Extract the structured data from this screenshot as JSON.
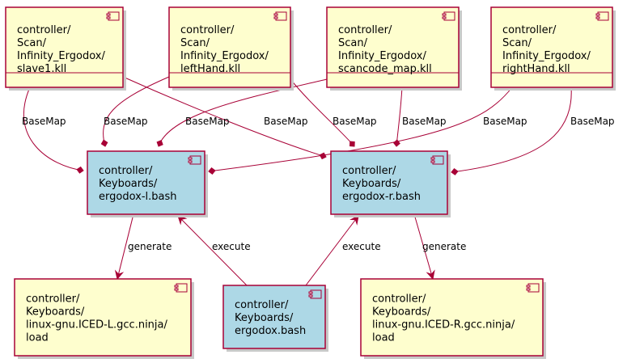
{
  "colors": {
    "border": "#A80036",
    "file_fill": "#FEFECE",
    "script_fill": "#ADD8E6",
    "shadow": "#C8C8C8"
  },
  "icon": "component-icon",
  "components": [
    {
      "id": "slave1",
      "lines": [
        "controller/",
        "Scan/",
        "Infinity_Ergodox/",
        "slave1.kll"
      ],
      "kind": "file"
    },
    {
      "id": "lefthand",
      "lines": [
        "controller/",
        "Scan/",
        "Infinity_Ergodox/",
        "leftHand.kll"
      ],
      "kind": "file"
    },
    {
      "id": "scancode",
      "lines": [
        "controller/",
        "Scan/",
        "Infinity_Ergodox/",
        "scancode_map.kll"
      ],
      "kind": "file"
    },
    {
      "id": "righthand",
      "lines": [
        "controller/",
        "Scan/",
        "Infinity_Ergodox/",
        "rightHand.kll"
      ],
      "kind": "file"
    },
    {
      "id": "ergodox_l",
      "lines": [
        "controller/",
        "Keyboards/",
        "ergodox-l.bash"
      ],
      "kind": "script"
    },
    {
      "id": "ergodox_r",
      "lines": [
        "controller/",
        "Keyboards/",
        "ergodox-r.bash"
      ],
      "kind": "script"
    },
    {
      "id": "ninja_l",
      "lines": [
        "controller/",
        "Keyboards/",
        "linux-gnu.ICED-L.gcc.ninja/",
        "load"
      ],
      "kind": "file"
    },
    {
      "id": "ergodox",
      "lines": [
        "controller/",
        "Keyboards/",
        "ergodox.bash"
      ],
      "kind": "script"
    },
    {
      "id": "ninja_r",
      "lines": [
        "controller/",
        "Keyboards/",
        "linux-gnu.ICED-R.gcc.ninja/",
        "load"
      ],
      "kind": "file"
    }
  ],
  "edges": [
    {
      "id": "slave1-l",
      "label": "BaseMap",
      "type": "composition"
    },
    {
      "id": "slave1-r",
      "label": "BaseMap",
      "type": "composition"
    },
    {
      "id": "lefthand-l",
      "label": "BaseMap",
      "type": "composition"
    },
    {
      "id": "lefthand-r",
      "label": "BaseMap",
      "type": "composition"
    },
    {
      "id": "scancode-l",
      "label": "BaseMap",
      "type": "composition"
    },
    {
      "id": "scancode-r",
      "label": "BaseMap",
      "type": "composition"
    },
    {
      "id": "righthand-l",
      "label": "BaseMap",
      "type": "composition"
    },
    {
      "id": "righthand-r",
      "label": "BaseMap",
      "type": "composition"
    },
    {
      "id": "l-ninja",
      "label": "generate",
      "type": "arrow"
    },
    {
      "id": "ergodox-l",
      "label": "execute",
      "type": "arrow"
    },
    {
      "id": "ergodox-r",
      "label": "execute",
      "type": "arrow"
    },
    {
      "id": "r-ninja",
      "label": "generate",
      "type": "arrow"
    }
  ]
}
